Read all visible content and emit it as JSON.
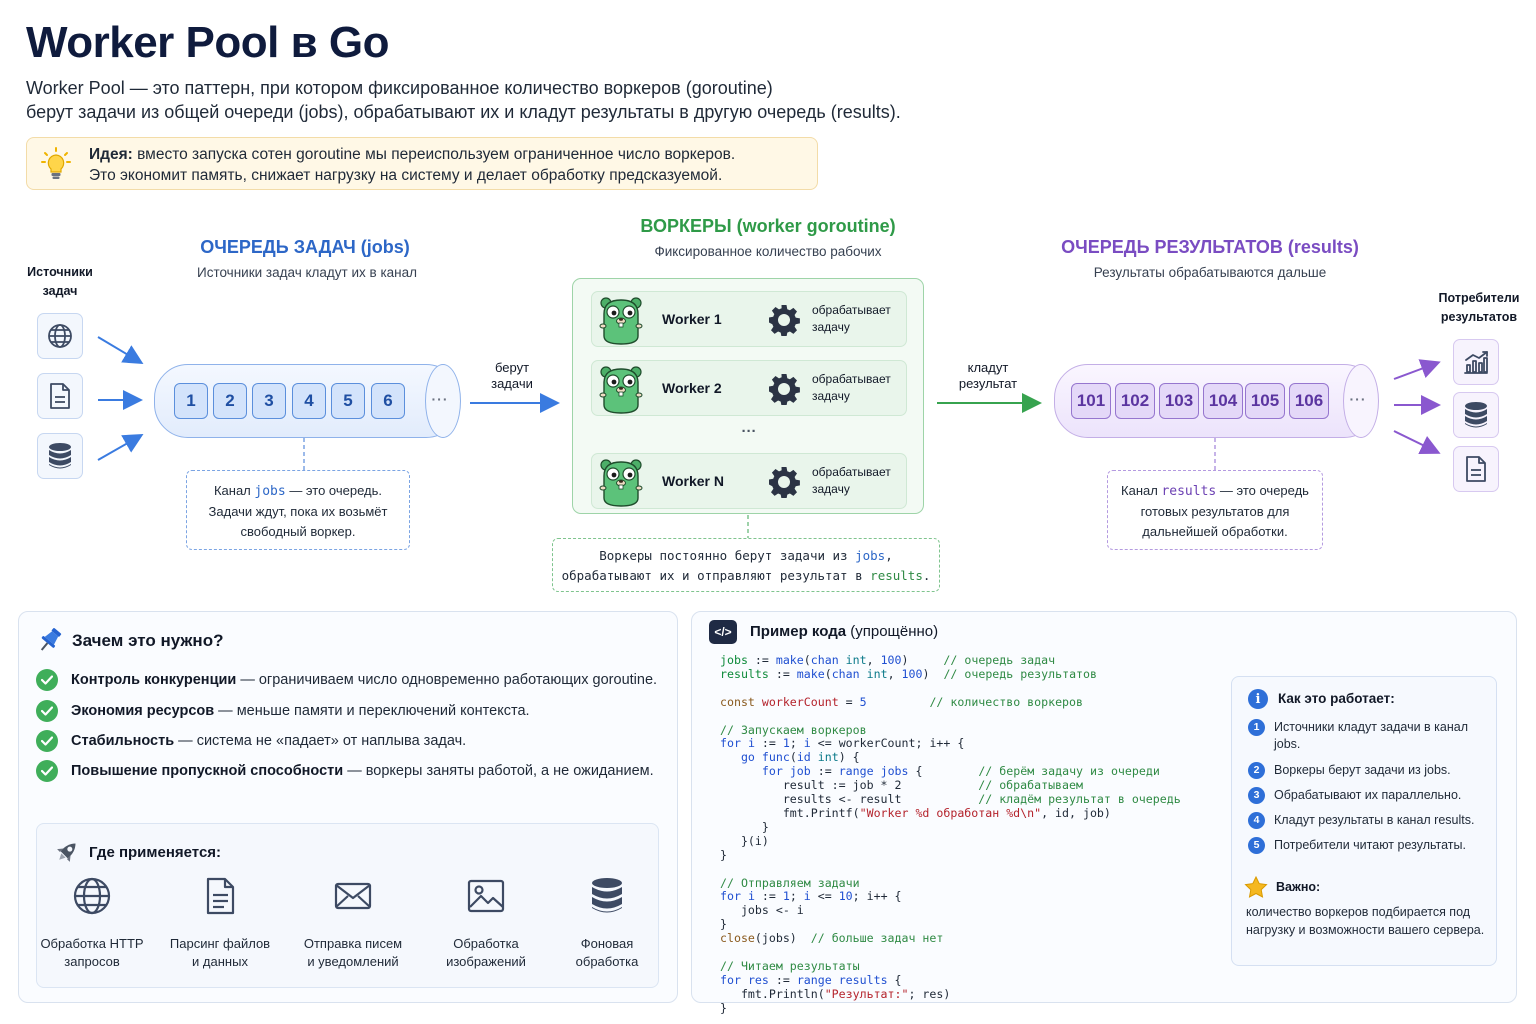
{
  "header": {
    "title": "Worker Pool в Go",
    "intro_line1": "Worker Pool — это паттерн, при котором фиксированное количество воркеров (goroutine)",
    "intro_line2": "берут задачи из общей очереди (jobs), обрабатывают их и кладут результаты в другую очередь (results).",
    "idea_label": "Идея:",
    "idea_line1": " вместо запуска сотен goroutine мы переиспользуем ограниченное число воркеров.",
    "idea_line2": "Это экономит память, снижает нагрузку на систему и делает обработку предсказуемой."
  },
  "sources": {
    "label_line1": "Источники",
    "label_line2": "задач",
    "icons": [
      "globe-icon",
      "document-icon",
      "database-icon"
    ]
  },
  "jobs_queue": {
    "title": "ОЧЕРЕДЬ ЗАДАЧ (jobs)",
    "subtitle": "Источники задач кладут их в канал",
    "items": [
      "1",
      "2",
      "3",
      "4",
      "5",
      "6"
    ],
    "more": "···",
    "note_pre": "Канал ",
    "note_code": "jobs",
    "note_post": " — это очередь.",
    "note_line2": "Задачи ждут, пока их возьмёт",
    "note_line3": "свободный воркер.",
    "color": "#2d67c7"
  },
  "arrow_take": {
    "line1": "берут",
    "line2": "задачи"
  },
  "workers": {
    "title": "ВОРКЕРЫ (worker goroutine)",
    "subtitle": "Фиксированное количество рабочих",
    "items": [
      {
        "name": "Worker 1",
        "desc_line1": "обрабатывает",
        "desc_line2": "задачу"
      },
      {
        "name": "Worker 2",
        "desc_line1": "обрабатывает",
        "desc_line2": "задачу"
      },
      {
        "name": "Worker N",
        "desc_line1": "обрабатывает",
        "desc_line2": "задачу"
      }
    ],
    "ellipsis": "···",
    "note_line1_pre": "Воркеры постоянно берут задачи из ",
    "note_line1_code": "jobs",
    "note_line1_post": ",",
    "note_line2_pre": "обрабатывают их и отправляют результат в ",
    "note_line2_code": "results",
    "note_line2_post": ".",
    "color": "#2f9a48"
  },
  "arrow_put": {
    "line1": "кладут",
    "line2": "результат"
  },
  "results_queue": {
    "title": "ОЧЕРЕДЬ РЕЗУЛЬТАТОВ (results)",
    "subtitle": "Результаты обрабатываются дальше",
    "items": [
      "101",
      "102",
      "103",
      "104",
      "105",
      "106"
    ],
    "more": "···",
    "note_pre": "Канал ",
    "note_code": "results",
    "note_post": " — это очередь",
    "note_line2": "готовых результатов для",
    "note_line3": "дальнейшей обработки.",
    "color": "#7a4cc2"
  },
  "consumers": {
    "label_line1": "Потребители",
    "label_line2": "результатов",
    "icons": [
      "chart-icon",
      "database-icon",
      "document-icon"
    ]
  },
  "why": {
    "title": "Зачем это нужно?",
    "items": [
      {
        "bold": "Контроль конкуренции",
        "text": " — ограничиваем число одновременно работающих goroutine."
      },
      {
        "bold": "Экономия ресурсов",
        "text": " — меньше памяти и переключений контекста."
      },
      {
        "bold": "Стабильность",
        "text": " — система не «падает» от наплыва задач."
      },
      {
        "bold": "Повышение пропускной способности",
        "text": " — воркеры заняты работой, а не ожиданием."
      }
    ]
  },
  "where": {
    "title": "Где применяется:",
    "items": [
      {
        "icon": "globe-icon",
        "line1": "Обработка HTTP",
        "line2": "запросов"
      },
      {
        "icon": "document-icon",
        "line1": "Парсинг файлов",
        "line2": "и данных"
      },
      {
        "icon": "mail-icon",
        "line1": "Отправка писем",
        "line2": "и уведомлений"
      },
      {
        "icon": "image-icon",
        "line1": "Обработка",
        "line2": "изображений"
      },
      {
        "icon": "database-icon",
        "line1": "Фоновая",
        "line2": "обработка"
      }
    ]
  },
  "code": {
    "icon_label": "</>",
    "title_bold": "Пример кода",
    "title_rest": " (упрощённо)"
  },
  "how": {
    "title": "Как это работает:",
    "info": "i",
    "steps": [
      {
        "num": "1",
        "text": "Источники кладут задачи в канал jobs."
      },
      {
        "num": "2",
        "text": "Воркеры берут задачи из jobs."
      },
      {
        "num": "3",
        "text": "Обрабатывают их параллельно."
      },
      {
        "num": "4",
        "text": "Кладут результаты в канал results."
      },
      {
        "num": "5",
        "text": "Потребители читают результаты."
      }
    ],
    "important_title": "Важно:",
    "important_text": "количество воркеров подбирается под нагрузку и возможности вашего сервера."
  }
}
